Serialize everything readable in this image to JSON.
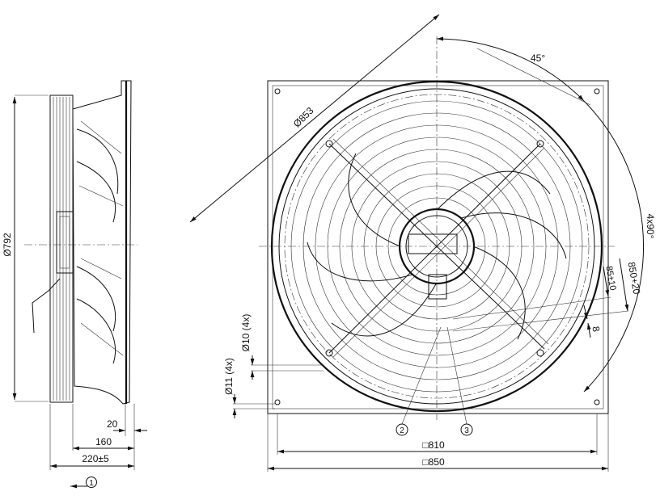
{
  "drawing": {
    "side_view": {
      "diameter_label": "Ø792",
      "dim_20": "20",
      "dim_160": "160",
      "dim_220": "220±5",
      "callout_1": "1"
    },
    "front_view": {
      "diameter_853": "Ø853",
      "angle_45": "45°",
      "angle_4x90": "4x90°",
      "dim_850_20": "850+20",
      "dim_85_10": "85±10",
      "dim_8": "8",
      "hole_10": "Ø10 (4x)",
      "hole_11": "Ø11 (4x)",
      "square_810": "□810",
      "square_850": "□850",
      "callout_2": "2",
      "callout_3": "3"
    }
  }
}
